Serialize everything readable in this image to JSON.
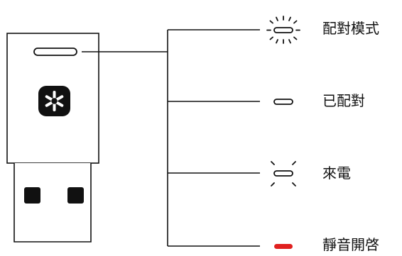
{
  "device": {
    "logo_icon": "asterisk-logo-icon",
    "led_icon": "status-led-icon",
    "connector_icon": "usb-a-connector-icon"
  },
  "states": [
    {
      "label": "配對模式",
      "indicator": "led-blinking-rays",
      "color": "#111111"
    },
    {
      "label": "已配對",
      "indicator": "led-solid",
      "color": "#111111"
    },
    {
      "label": "來電",
      "indicator": "led-flashing-rays",
      "color": "#111111"
    },
    {
      "label": "靜音開啓",
      "indicator": "led-solid-red",
      "color": "#e0201f"
    }
  ],
  "colors": {
    "line": "#111111",
    "muted_led": "#e0201f"
  }
}
